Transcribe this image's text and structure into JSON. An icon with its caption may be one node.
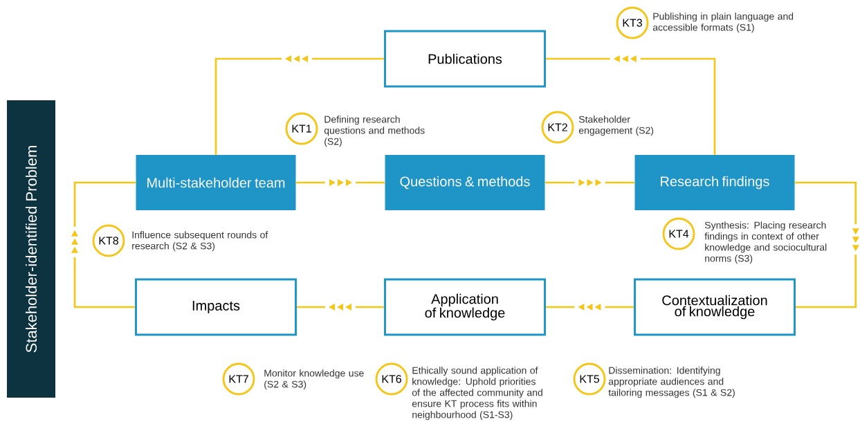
{
  "diagram": {
    "nodes": [
      {
        "text": [
          "Stakeholder-identified Problem"
        ]
      },
      {
        "text": [
          "Publications"
        ]
      },
      {
        "text": [
          "Multi-stakeholder team"
        ]
      },
      {
        "text": [
          "Questions & methods"
        ]
      },
      {
        "text": [
          "Research findings"
        ]
      },
      {
        "text": [
          "Impacts"
        ]
      },
      {
        "text": [
          "Application of knowledge"
        ]
      },
      {
        "text": [
          "Contextualization of knowledge"
        ]
      },
      {
        "text": [
          "KT1"
        ],
        "beside": [
          "Defining research questions and methods (S2)"
        ]
      },
      {
        "text": [
          "KT2"
        ],
        "beside": [
          "Stakeholder engagement (S2)"
        ]
      },
      {
        "text": [
          "KT3"
        ],
        "beside": [
          "Publishing in plain language and accessible formats (S1)"
        ]
      },
      {
        "text": [
          "KT4"
        ],
        "beside": [
          "Synthesis: Placing research findings in context of other knowledge and sociocultural norms (S3)"
        ]
      },
      {
        "text": [
          "KT5"
        ],
        "beside": [
          "Dissemination: Identifying appropriate audiences and tailoring messages (S1 & S2)"
        ]
      },
      {
        "text": [
          "KT6"
        ],
        "beside": [
          "Ethically sound application of knowledge: Uphold priorities of the affected community and ensure KT process fits within neighbourhood (S1-S3)"
        ]
      },
      {
        "text": [
          "KT7"
        ],
        "beside": [
          "Monitor knowledge use (S2 & S3)"
        ]
      },
      {
        "text": [
          "KT8"
        ],
        "beside": [
          "Influence subsequent rounds of research (S2 & S3)"
        ]
      }
    ],
    "edges": [
      {
        "from": 2,
        "to": 3,
        "arrow": "to"
      },
      {
        "from": 3,
        "to": 4,
        "arrow": "to"
      },
      {
        "from": 4,
        "to": 1,
        "arrow": "to"
      },
      {
        "from": 1,
        "to": 2,
        "arrow": "to"
      },
      {
        "from": 4,
        "to": 7,
        "arrow": "to"
      },
      {
        "from": 7,
        "to": 6,
        "arrow": "to"
      },
      {
        "from": 6,
        "to": 5,
        "arrow": "to"
      },
      {
        "from": 5,
        "to": 2,
        "arrow": "to"
      }
    ]
  }
}
